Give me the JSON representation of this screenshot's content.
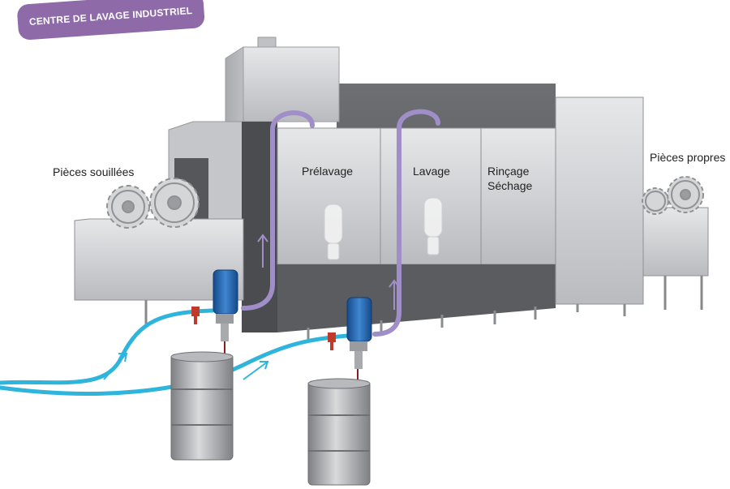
{
  "badge": {
    "text": "CENTRE DE LAVAGE INDUSTRIEL"
  },
  "labels": {
    "dirty_parts": "Pièces souillées",
    "prewash": "Prélavage",
    "wash": "Lavage",
    "rinse": "Rinçage",
    "drying": "Séchage",
    "clean_parts": "Pièces propres"
  },
  "colors": {
    "badge": "#8e6aa9",
    "water_line": "#2fb4dc",
    "chemical_line": "#9f8ec7",
    "machine_body": "#c9cbce",
    "dosing_pump": "#1f5ea8"
  }
}
